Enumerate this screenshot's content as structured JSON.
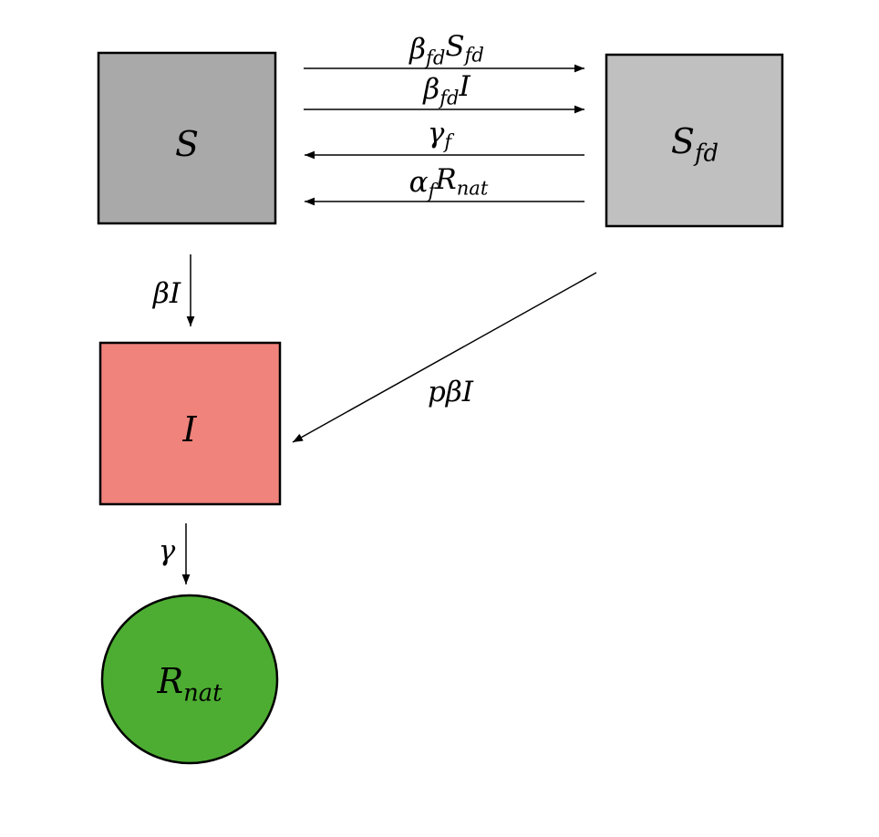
{
  "nodes": {
    "S": {
      "main": "S",
      "sub": "",
      "fill": "#a9a9a9"
    },
    "Sfd": {
      "main": "S",
      "sub": "fd",
      "fill": "#c0c0c0"
    },
    "I": {
      "main": "I",
      "sub": "",
      "fill": "#f0837c"
    },
    "Rnat": {
      "main": "R",
      "sub": "nat",
      "fill": "#4dad32"
    }
  },
  "edges": {
    "s_to_sfd_1": {
      "parts": [
        [
          "β",
          "fd"
        ],
        [
          "S",
          "fd"
        ]
      ]
    },
    "s_to_sfd_2": {
      "parts": [
        [
          "β",
          "fd"
        ],
        [
          "I",
          ""
        ]
      ]
    },
    "sfd_to_s_1": {
      "parts": [
        [
          "γ",
          "f"
        ]
      ]
    },
    "sfd_to_s_2": {
      "parts": [
        [
          "α",
          "f"
        ],
        [
          "R",
          "nat"
        ]
      ]
    },
    "s_to_i": {
      "parts": [
        [
          "βI",
          ""
        ]
      ]
    },
    "sfd_to_i": {
      "parts": [
        [
          "pβI",
          ""
        ]
      ]
    },
    "i_to_rnat": {
      "parts": [
        [
          "γ",
          ""
        ]
      ]
    }
  }
}
